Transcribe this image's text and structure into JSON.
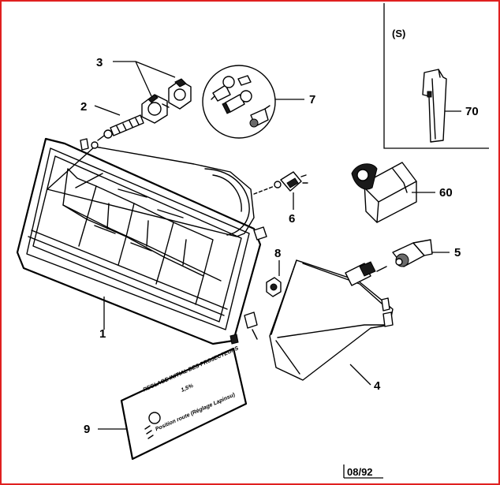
{
  "callouts": {
    "p1": "1",
    "p3": "3",
    "p2": "2",
    "p7": "7",
    "p6": "6",
    "p60": "60",
    "p8": "8",
    "p5": "5",
    "p4": "4",
    "p9": "9",
    "p70": "70"
  },
  "inset": {
    "variant_label": "(S)"
  },
  "plate": {
    "line1": "REGLAGE INITIAL DES PROJECTEURS",
    "percent": "1,5%",
    "line2": "Position route (Réglage Lapinsu)"
  },
  "date_stamp": "08/92",
  "colors": {
    "frame_border": "#e02020",
    "ink": "#000000"
  }
}
